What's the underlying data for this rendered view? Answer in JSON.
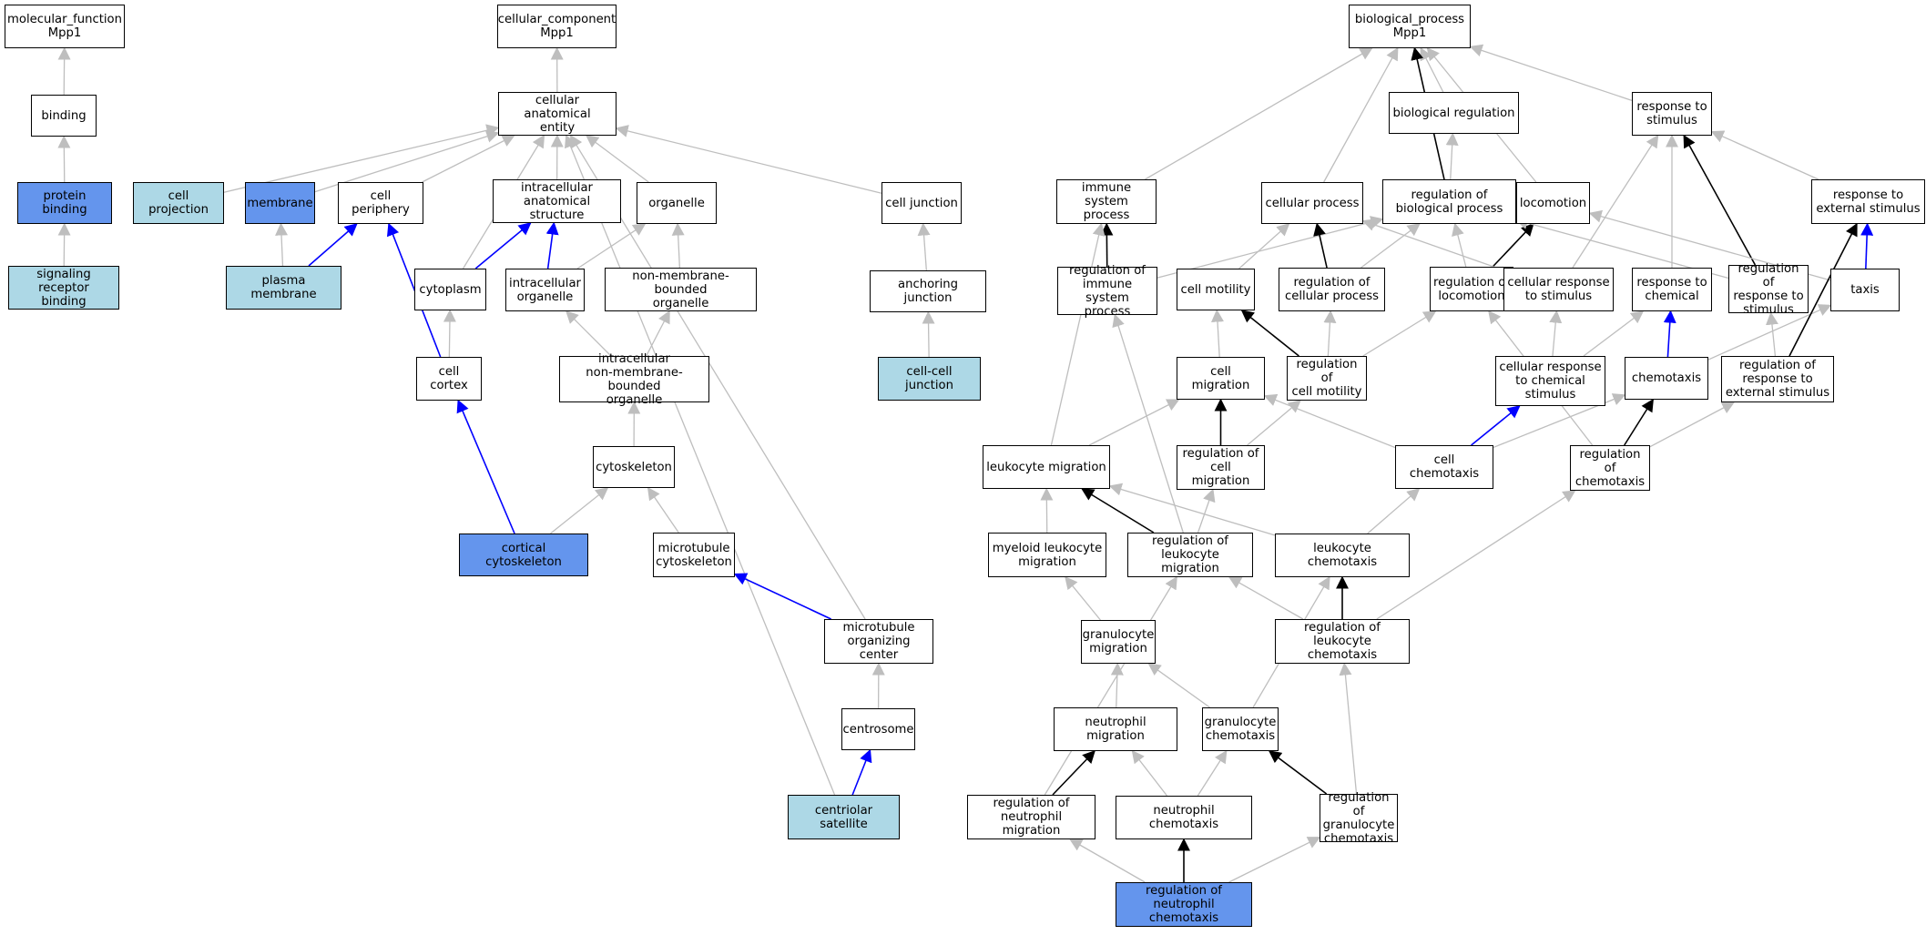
{
  "colors": {
    "is_a": "#bebebe",
    "regulates": "#000000",
    "part_of": "#0000ff",
    "annotated_direct": "#6495ed",
    "annotated_inferred": "#add8e6",
    "plain": "#ffffff"
  },
  "nodes": {
    "mf": {
      "label": "molecular_function\nMpp1",
      "style": "plain"
    },
    "binding": {
      "label": "binding",
      "style": "plain"
    },
    "protein_binding": {
      "label": "protein binding",
      "style": "dark"
    },
    "signaling_receptor_binding": {
      "label": "signaling receptor\nbinding",
      "style": "light"
    },
    "cc": {
      "label": "cellular_component\nMpp1",
      "style": "plain"
    },
    "cae": {
      "label": "cellular anatomical\nentity",
      "style": "plain"
    },
    "cell_projection": {
      "label": "cell projection",
      "style": "light"
    },
    "membrane": {
      "label": "membrane",
      "style": "dark"
    },
    "cell_periphery": {
      "label": "cell periphery",
      "style": "plain"
    },
    "ias": {
      "label": "intracellular\nanatomical structure",
      "style": "plain"
    },
    "organelle": {
      "label": "organelle",
      "style": "plain"
    },
    "cell_junction": {
      "label": "cell junction",
      "style": "plain"
    },
    "plasma_membrane": {
      "label": "plasma membrane",
      "style": "light"
    },
    "cytoplasm": {
      "label": "cytoplasm",
      "style": "plain"
    },
    "intracellular_organelle": {
      "label": "intracellular\norganelle",
      "style": "plain"
    },
    "nmbo": {
      "label": "non-membrane-bounded\norganelle",
      "style": "plain"
    },
    "anchoring_junction": {
      "label": "anchoring junction",
      "style": "plain"
    },
    "cell_cortex": {
      "label": "cell cortex",
      "style": "plain"
    },
    "inmbo": {
      "label": "intracellular\nnon-membrane-bounded\norganelle",
      "style": "plain"
    },
    "cell_cell_junction": {
      "label": "cell-cell junction",
      "style": "light"
    },
    "cytoskeleton": {
      "label": "cytoskeleton",
      "style": "plain"
    },
    "cortical_cytoskeleton": {
      "label": "cortical cytoskeleton",
      "style": "dark"
    },
    "microtubule_cytoskeleton": {
      "label": "microtubule\ncytoskeleton",
      "style": "plain"
    },
    "mtoc": {
      "label": "microtubule\norganizing center",
      "style": "plain"
    },
    "centrosome": {
      "label": "centrosome",
      "style": "plain"
    },
    "centriolar_satellite": {
      "label": "centriolar satellite",
      "style": "light"
    },
    "bp": {
      "label": "biological_process\nMpp1",
      "style": "plain"
    },
    "biological_regulation": {
      "label": "biological regulation",
      "style": "plain"
    },
    "response_to_stimulus": {
      "label": "response to\nstimulus",
      "style": "plain"
    },
    "immune_system_process": {
      "label": "immune system\nprocess",
      "style": "plain"
    },
    "cellular_process": {
      "label": "cellular process",
      "style": "plain"
    },
    "reg_bp": {
      "label": "regulation of\nbiological process",
      "style": "plain"
    },
    "locomotion": {
      "label": "locomotion",
      "style": "plain"
    },
    "response_to_external_stimulus": {
      "label": "response to\nexternal stimulus",
      "style": "plain"
    },
    "reg_isp": {
      "label": "regulation of\nimmune system\nprocess",
      "style": "plain"
    },
    "cell_motility": {
      "label": "cell motility",
      "style": "plain"
    },
    "reg_cp": {
      "label": "regulation of\ncellular process",
      "style": "plain"
    },
    "reg_locomotion": {
      "label": "regulation of\nlocomotion",
      "style": "plain"
    },
    "crs": {
      "label": "cellular response\nto stimulus",
      "style": "plain"
    },
    "response_to_chemical": {
      "label": "response to\nchemical",
      "style": "plain"
    },
    "reg_rts": {
      "label": "regulation of\nresponse to\nstimulus",
      "style": "plain"
    },
    "taxis": {
      "label": "taxis",
      "style": "plain"
    },
    "cell_migration": {
      "label": "cell migration",
      "style": "plain"
    },
    "reg_cm": {
      "label": "regulation of\ncell motility",
      "style": "plain"
    },
    "crcs": {
      "label": "cellular response\nto chemical\nstimulus",
      "style": "plain"
    },
    "chemotaxis": {
      "label": "chemotaxis",
      "style": "plain"
    },
    "reg_rtes": {
      "label": "regulation of\nresponse to\nexternal stimulus",
      "style": "plain"
    },
    "leukocyte_migration": {
      "label": "leukocyte migration",
      "style": "plain"
    },
    "reg_cmig": {
      "label": "regulation of\ncell migration",
      "style": "plain"
    },
    "cell_chemotaxis": {
      "label": "cell chemotaxis",
      "style": "plain"
    },
    "reg_chemotaxis": {
      "label": "regulation of\nchemotaxis",
      "style": "plain"
    },
    "myeloid_leukocyte_migration": {
      "label": "myeloid leukocyte\nmigration",
      "style": "plain"
    },
    "reg_lm": {
      "label": "regulation of\nleukocyte migration",
      "style": "plain"
    },
    "leukocyte_chemotaxis": {
      "label": "leukocyte chemotaxis",
      "style": "plain"
    },
    "granulocyte_migration": {
      "label": "granulocyte\nmigration",
      "style": "plain"
    },
    "reg_lc": {
      "label": "regulation of\nleukocyte chemotaxis",
      "style": "plain"
    },
    "neutrophil_migration": {
      "label": "neutrophil migration",
      "style": "plain"
    },
    "granulocyte_chemotaxis": {
      "label": "granulocyte\nchemotaxis",
      "style": "plain"
    },
    "reg_nm": {
      "label": "regulation of\nneutrophil migration",
      "style": "plain"
    },
    "neutrophil_chemotaxis": {
      "label": "neutrophil chemotaxis",
      "style": "plain"
    },
    "reg_gc": {
      "label": "regulation of\ngranulocyte\nchemotaxis",
      "style": "plain"
    },
    "reg_nc": {
      "label": "regulation of\nneutrophil chemotaxis",
      "style": "dark"
    }
  },
  "edges": [
    {
      "from": "binding",
      "to": "mf",
      "type": "is_a"
    },
    {
      "from": "protein_binding",
      "to": "binding",
      "type": "is_a"
    },
    {
      "from": "signaling_receptor_binding",
      "to": "protein_binding",
      "type": "is_a"
    },
    {
      "from": "cae",
      "to": "cc",
      "type": "is_a"
    },
    {
      "from": "cell_projection",
      "to": "cae",
      "type": "is_a"
    },
    {
      "from": "membrane",
      "to": "cae",
      "type": "is_a"
    },
    {
      "from": "cell_periphery",
      "to": "cae",
      "type": "is_a"
    },
    {
      "from": "cytoplasm",
      "to": "cae",
      "type": "is_a"
    },
    {
      "from": "ias",
      "to": "cae",
      "type": "is_a"
    },
    {
      "from": "organelle",
      "to": "cae",
      "type": "is_a"
    },
    {
      "from": "cell_junction",
      "to": "cae",
      "type": "is_a"
    },
    {
      "from": "mtoc",
      "to": "cae",
      "type": "is_a"
    },
    {
      "from": "centriolar_satellite",
      "to": "cae",
      "type": "is_a"
    },
    {
      "from": "plasma_membrane",
      "to": "membrane",
      "type": "is_a"
    },
    {
      "from": "plasma_membrane",
      "to": "cell_periphery",
      "type": "part_of"
    },
    {
      "from": "cell_cortex",
      "to": "cell_periphery",
      "type": "part_of"
    },
    {
      "from": "cytoplasm",
      "to": "ias",
      "type": "part_of"
    },
    {
      "from": "intracellular_organelle",
      "to": "ias",
      "type": "part_of"
    },
    {
      "from": "intracellular_organelle",
      "to": "organelle",
      "type": "is_a"
    },
    {
      "from": "nmbo",
      "to": "organelle",
      "type": "is_a"
    },
    {
      "from": "cell_cortex",
      "to": "cytoplasm",
      "type": "is_a"
    },
    {
      "from": "inmbo",
      "to": "intracellular_organelle",
      "type": "is_a"
    },
    {
      "from": "inmbo",
      "to": "nmbo",
      "type": "is_a"
    },
    {
      "from": "anchoring_junction",
      "to": "cell_junction",
      "type": "is_a"
    },
    {
      "from": "cell_cell_junction",
      "to": "anchoring_junction",
      "type": "is_a"
    },
    {
      "from": "cytoskeleton",
      "to": "inmbo",
      "type": "is_a"
    },
    {
      "from": "cortical_cytoskeleton",
      "to": "cytoskeleton",
      "type": "is_a"
    },
    {
      "from": "cortical_cytoskeleton",
      "to": "cell_cortex",
      "type": "part_of"
    },
    {
      "from": "microtubule_cytoskeleton",
      "to": "cytoskeleton",
      "type": "is_a"
    },
    {
      "from": "mtoc",
      "to": "microtubule_cytoskeleton",
      "type": "part_of"
    },
    {
      "from": "centrosome",
      "to": "mtoc",
      "type": "is_a"
    },
    {
      "from": "centriolar_satellite",
      "to": "centrosome",
      "type": "part_of"
    },
    {
      "from": "biological_regulation",
      "to": "bp",
      "type": "is_a"
    },
    {
      "from": "response_to_stimulus",
      "to": "bp",
      "type": "is_a"
    },
    {
      "from": "immune_system_process",
      "to": "bp",
      "type": "is_a"
    },
    {
      "from": "cellular_process",
      "to": "bp",
      "type": "is_a"
    },
    {
      "from": "reg_bp",
      "to": "bp",
      "type": "regulates"
    },
    {
      "from": "locomotion",
      "to": "bp",
      "type": "is_a"
    },
    {
      "from": "reg_bp",
      "to": "biological_regulation",
      "type": "is_a"
    },
    {
      "from": "response_to_external_stimulus",
      "to": "response_to_stimulus",
      "type": "is_a"
    },
    {
      "from": "crs",
      "to": "response_to_stimulus",
      "type": "is_a"
    },
    {
      "from": "response_to_chemical",
      "to": "response_to_stimulus",
      "type": "is_a"
    },
    {
      "from": "reg_rts",
      "to": "response_to_stimulus",
      "type": "regulates"
    },
    {
      "from": "reg_isp",
      "to": "immune_system_process",
      "type": "regulates"
    },
    {
      "from": "reg_isp",
      "to": "reg_bp",
      "type": "is_a"
    },
    {
      "from": "cell_motility",
      "to": "cellular_process",
      "type": "is_a"
    },
    {
      "from": "reg_cp",
      "to": "cellular_process",
      "type": "regulates"
    },
    {
      "from": "reg_cp",
      "to": "reg_bp",
      "type": "is_a"
    },
    {
      "from": "reg_locomotion",
      "to": "reg_bp",
      "type": "is_a"
    },
    {
      "from": "reg_locomotion",
      "to": "locomotion",
      "type": "regulates"
    },
    {
      "from": "crs",
      "to": "cellular_process",
      "type": "is_a"
    },
    {
      "from": "reg_rts",
      "to": "reg_bp",
      "type": "is_a"
    },
    {
      "from": "taxis",
      "to": "locomotion",
      "type": "is_a"
    },
    {
      "from": "taxis",
      "to": "response_to_external_stimulus",
      "type": "part_of"
    },
    {
      "from": "cell_migration",
      "to": "cell_motility",
      "type": "is_a"
    },
    {
      "from": "reg_cm",
      "to": "cell_motility",
      "type": "regulates"
    },
    {
      "from": "reg_cm",
      "to": "reg_cp",
      "type": "is_a"
    },
    {
      "from": "reg_cm",
      "to": "reg_locomotion",
      "type": "is_a"
    },
    {
      "from": "crcs",
      "to": "crs",
      "type": "is_a"
    },
    {
      "from": "crcs",
      "to": "response_to_chemical",
      "type": "is_a"
    },
    {
      "from": "chemotaxis",
      "to": "response_to_chemical",
      "type": "part_of"
    },
    {
      "from": "chemotaxis",
      "to": "taxis",
      "type": "is_a"
    },
    {
      "from": "reg_rtes",
      "to": "reg_rts",
      "type": "is_a"
    },
    {
      "from": "reg_rtes",
      "to": "response_to_external_stimulus",
      "type": "regulates"
    },
    {
      "from": "leukocyte_migration",
      "to": "immune_system_process",
      "type": "is_a"
    },
    {
      "from": "leukocyte_migration",
      "to": "cell_migration",
      "type": "is_a"
    },
    {
      "from": "reg_cmig",
      "to": "cell_migration",
      "type": "regulates"
    },
    {
      "from": "reg_cmig",
      "to": "reg_cm",
      "type": "is_a"
    },
    {
      "from": "cell_chemotaxis",
      "to": "cell_migration",
      "type": "is_a"
    },
    {
      "from": "cell_chemotaxis",
      "to": "crcs",
      "type": "part_of"
    },
    {
      "from": "cell_chemotaxis",
      "to": "chemotaxis",
      "type": "is_a"
    },
    {
      "from": "reg_chemotaxis",
      "to": "chemotaxis",
      "type": "regulates"
    },
    {
      "from": "reg_chemotaxis",
      "to": "reg_locomotion",
      "type": "is_a"
    },
    {
      "from": "reg_chemotaxis",
      "to": "reg_rtes",
      "type": "is_a"
    },
    {
      "from": "myeloid_leukocyte_migration",
      "to": "leukocyte_migration",
      "type": "is_a"
    },
    {
      "from": "reg_lm",
      "to": "leukocyte_migration",
      "type": "regulates"
    },
    {
      "from": "reg_lm",
      "to": "reg_isp",
      "type": "is_a"
    },
    {
      "from": "reg_lm",
      "to": "reg_cmig",
      "type": "is_a"
    },
    {
      "from": "leukocyte_chemotaxis",
      "to": "leukocyte_migration",
      "type": "is_a"
    },
    {
      "from": "leukocyte_chemotaxis",
      "to": "cell_chemotaxis",
      "type": "is_a"
    },
    {
      "from": "granulocyte_migration",
      "to": "myeloid_leukocyte_migration",
      "type": "is_a"
    },
    {
      "from": "reg_lc",
      "to": "reg_lm",
      "type": "is_a"
    },
    {
      "from": "reg_lc",
      "to": "leukocyte_chemotaxis",
      "type": "regulates"
    },
    {
      "from": "reg_lc",
      "to": "reg_chemotaxis",
      "type": "is_a"
    },
    {
      "from": "neutrophil_migration",
      "to": "granulocyte_migration",
      "type": "is_a"
    },
    {
      "from": "granulocyte_chemotaxis",
      "to": "granulocyte_migration",
      "type": "is_a"
    },
    {
      "from": "granulocyte_chemotaxis",
      "to": "leukocyte_chemotaxis",
      "type": "is_a"
    },
    {
      "from": "reg_nm",
      "to": "neutrophil_migration",
      "type": "regulates"
    },
    {
      "from": "reg_nm",
      "to": "reg_lm",
      "type": "is_a"
    },
    {
      "from": "neutrophil_chemotaxis",
      "to": "neutrophil_migration",
      "type": "is_a"
    },
    {
      "from": "neutrophil_chemotaxis",
      "to": "granulocyte_chemotaxis",
      "type": "is_a"
    },
    {
      "from": "reg_gc",
      "to": "granulocyte_chemotaxis",
      "type": "regulates"
    },
    {
      "from": "reg_gc",
      "to": "reg_lc",
      "type": "is_a"
    },
    {
      "from": "reg_nc",
      "to": "reg_nm",
      "type": "is_a"
    },
    {
      "from": "reg_nc",
      "to": "neutrophil_chemotaxis",
      "type": "regulates"
    },
    {
      "from": "reg_nc",
      "to": "reg_gc",
      "type": "is_a"
    }
  ]
}
